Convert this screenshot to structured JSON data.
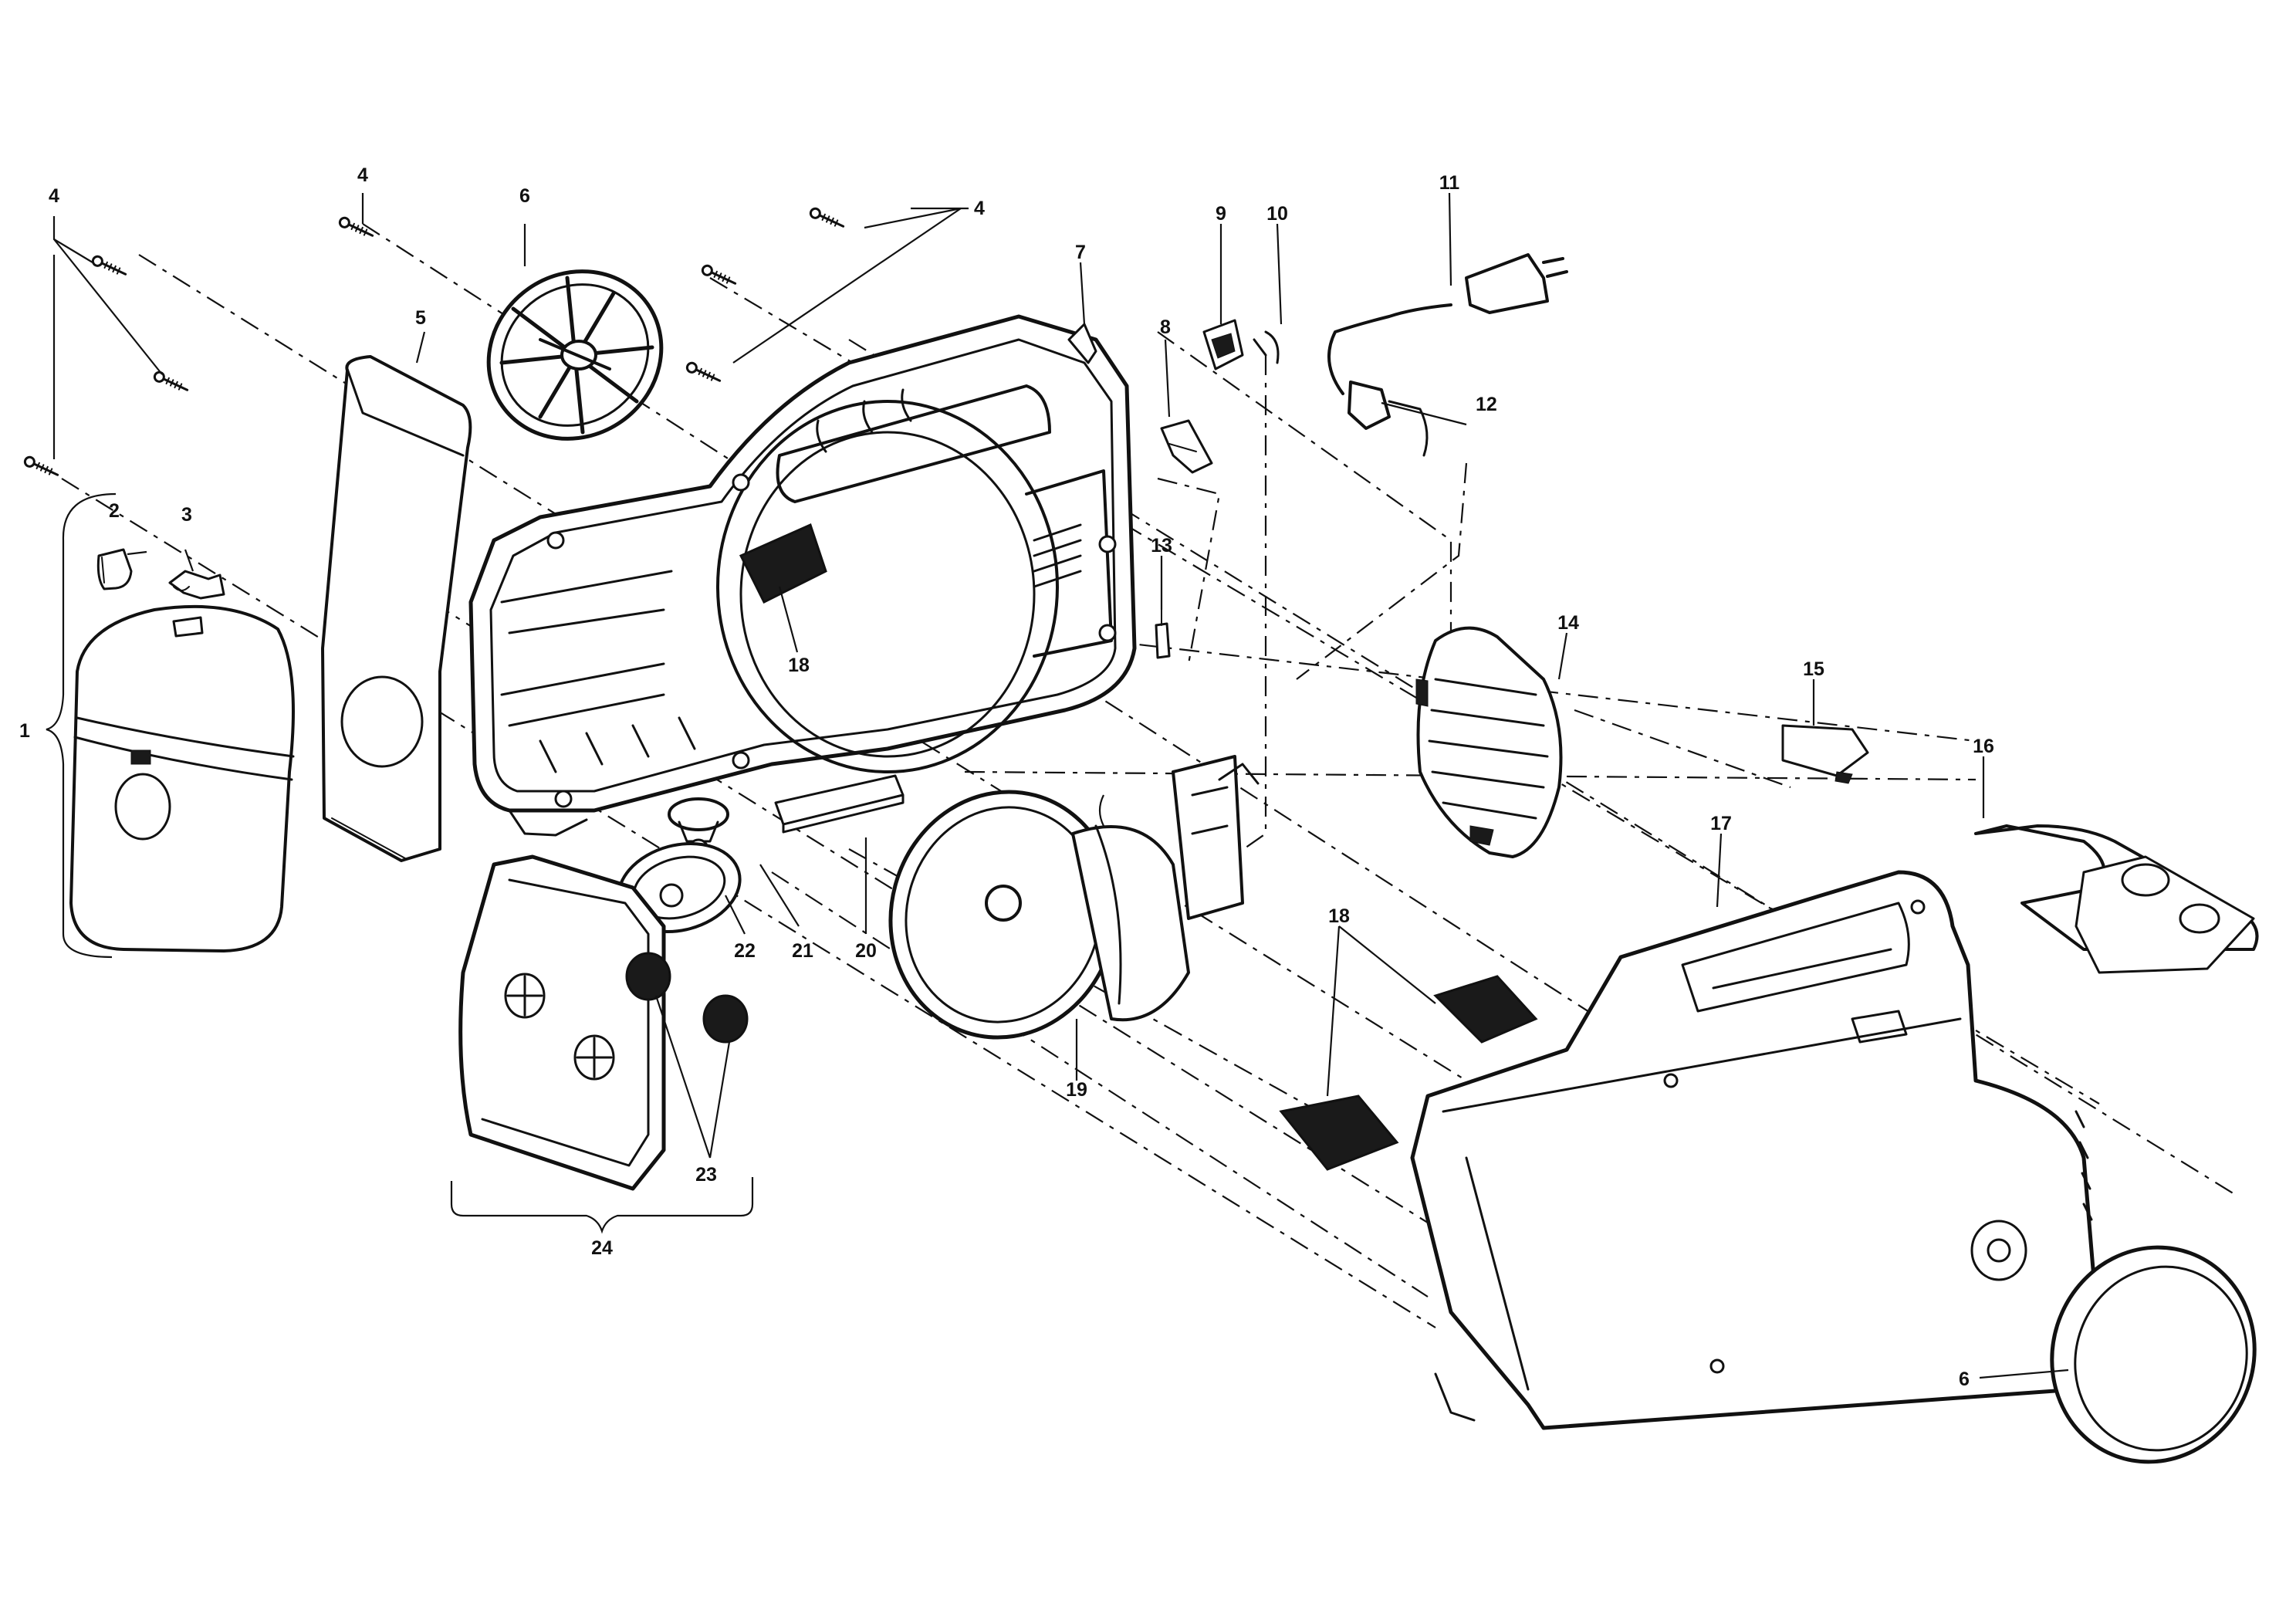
{
  "diagram": {
    "callouts": {
      "c1": "1",
      "c2": "2",
      "c3": "3",
      "c4a": "4",
      "c4b": "4",
      "c4c": "4",
      "c5": "5",
      "c6a": "6",
      "c6b": "6",
      "c7": "7",
      "c8": "8",
      "c9": "9",
      "c10": "10",
      "c11": "11",
      "c12": "12",
      "c13": "13",
      "c14": "14",
      "c15": "15",
      "c16": "16",
      "c17": "17",
      "c18a": "18",
      "c18b": "18",
      "c19": "19",
      "c20": "20",
      "c21": "21",
      "c22": "22",
      "c23": "23",
      "c24": "24"
    }
  },
  "colors": {
    "ink": "#111111",
    "paper": "#ffffff"
  }
}
